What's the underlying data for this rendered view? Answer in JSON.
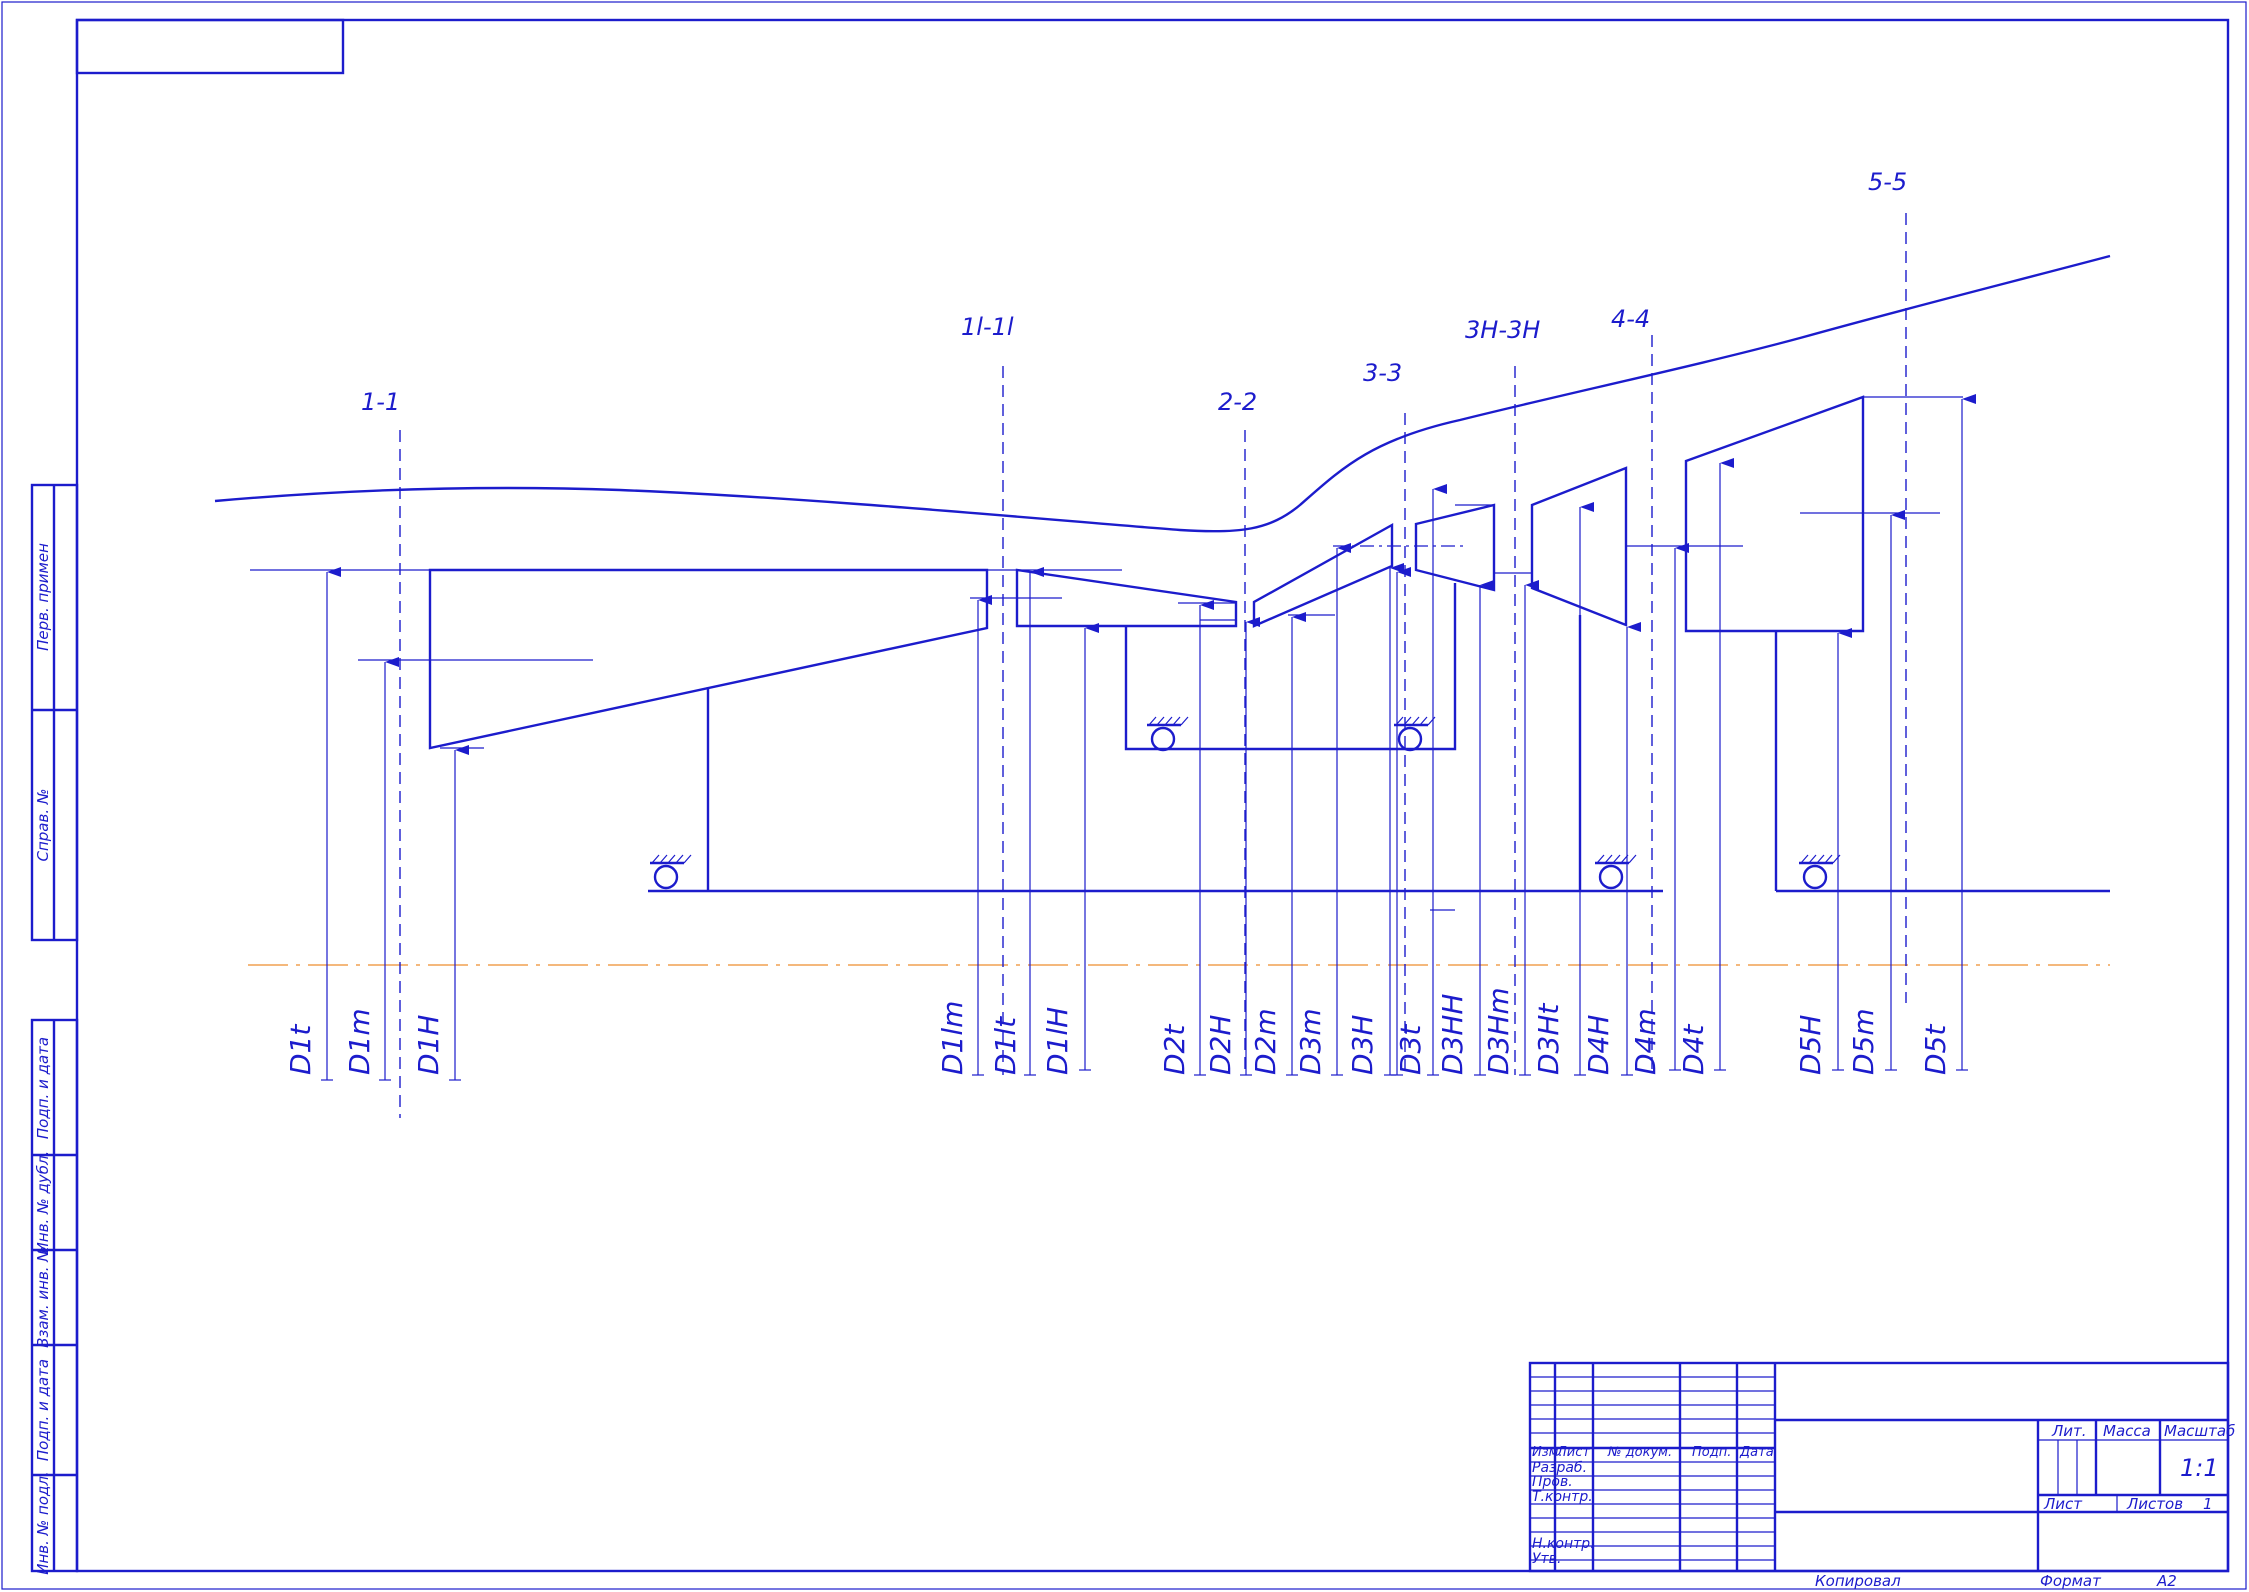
{
  "sections": [
    "1-1",
    "1l-1l",
    "2-2",
    "3-3",
    "3H-3H",
    "4-4",
    "5-5"
  ],
  "dimension_labels": [
    "D1t",
    "D1m",
    "D1H",
    "D1lm",
    "D1lt",
    "D1lH",
    "D2t",
    "D2H",
    "D2m",
    "D3m",
    "D3H",
    "D3t",
    "D3HH",
    "D3Hm",
    "D3Ht",
    "D4H",
    "D4m",
    "D4t",
    "D5H",
    "D5m",
    "D5t"
  ],
  "side_labels": [
    "Перв. примен",
    "Справ. №",
    "Подп. и дата",
    "Инв. № дубл.",
    "Взам. инв. №",
    "Подп. и дата",
    "Инв. № подл."
  ],
  "title_block": {
    "col_izm": "Изм.",
    "col_list": "Лист",
    "col_ndoc": "№ докум.",
    "col_podp": "Подп.",
    "col_data": "Дата",
    "razrab": "Разраб.",
    "prov": "Пров.",
    "tkontr": "Т.контр.",
    "nkontr": "Н.контр.",
    "utv": "Утв.",
    "lit": "Лит.",
    "massa": "Масса",
    "masshtab": "Масштаб",
    "scale_value": "1:1",
    "sheet": "Лист",
    "sheets": "Листов",
    "sheets_value": "1",
    "copied": "Копировал",
    "format": "Формат",
    "format_value": "A2"
  },
  "colors": {
    "line": "#1c1ccc",
    "axis": "#f0a050"
  }
}
